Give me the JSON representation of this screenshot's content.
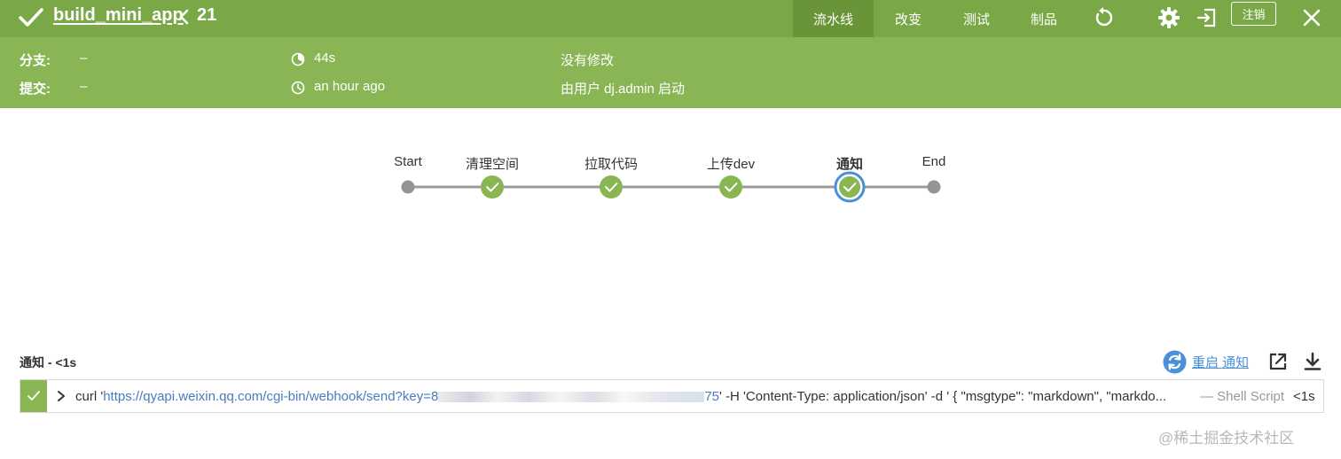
{
  "header": {
    "job_name": "build_mini_app",
    "run_number": "21",
    "tabs": [
      {
        "label": "流水线",
        "active": true
      },
      {
        "label": "改变",
        "active": false
      },
      {
        "label": "测试",
        "active": false
      },
      {
        "label": "制品",
        "active": false
      }
    ],
    "logout_label": "注销",
    "icons": [
      "check-icon",
      "chevron-left-icon",
      "replay-icon",
      "gear-icon",
      "exit-icon",
      "close-icon"
    ]
  },
  "info": {
    "branch_label": "分支:",
    "branch_value": "–",
    "commit_label": "提交:",
    "commit_value": "–",
    "duration": "44s",
    "started": "an hour ago",
    "changes": "没有修改",
    "started_by": "由用户 dj.admin 启动"
  },
  "pipeline": {
    "stages": [
      {
        "name": "Start",
        "status": "start"
      },
      {
        "name": "清理空间",
        "status": "success"
      },
      {
        "name": "拉取代码",
        "status": "success"
      },
      {
        "name": "上传dev",
        "status": "success"
      },
      {
        "name": "通知",
        "status": "success",
        "selected": true
      },
      {
        "name": "End",
        "status": "end"
      }
    ]
  },
  "step": {
    "title": "通知 - <1s",
    "restart_label": "重启 通知",
    "command_prefix": "curl '",
    "command_url": "https://qyapi.weixin.qq.com/cgi-bin/webhook/send?key=8",
    "command_url_tail": "75",
    "command_suffix": "' -H 'Content-Type: application/json' -d ' { \"msgtype\": \"markdown\", \"markdo...",
    "type": "— Shell Script",
    "duration": "<1s"
  },
  "watermark": "@稀土掘金技术社区",
  "colors": {
    "header_bg": "#7ba847",
    "header_active_tab": "#6a9438",
    "info_bg": "#89b554",
    "success": "#8ab553",
    "selected_ring": "#4a90d9",
    "link": "#4a90d9"
  }
}
